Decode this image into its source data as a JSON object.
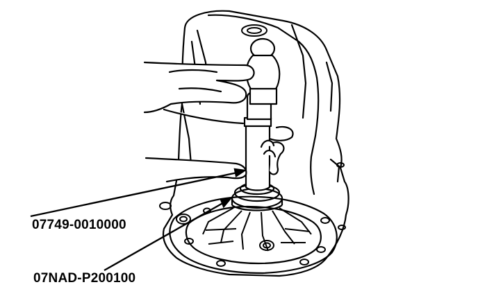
{
  "figure": {
    "labels": [
      {
        "id": "tool-1",
        "text": "07749-0010000"
      },
      {
        "id": "tool-2",
        "text": "07NAD-P200100"
      }
    ],
    "colors": {
      "ink": "#000000",
      "paper": "#ffffff"
    }
  }
}
